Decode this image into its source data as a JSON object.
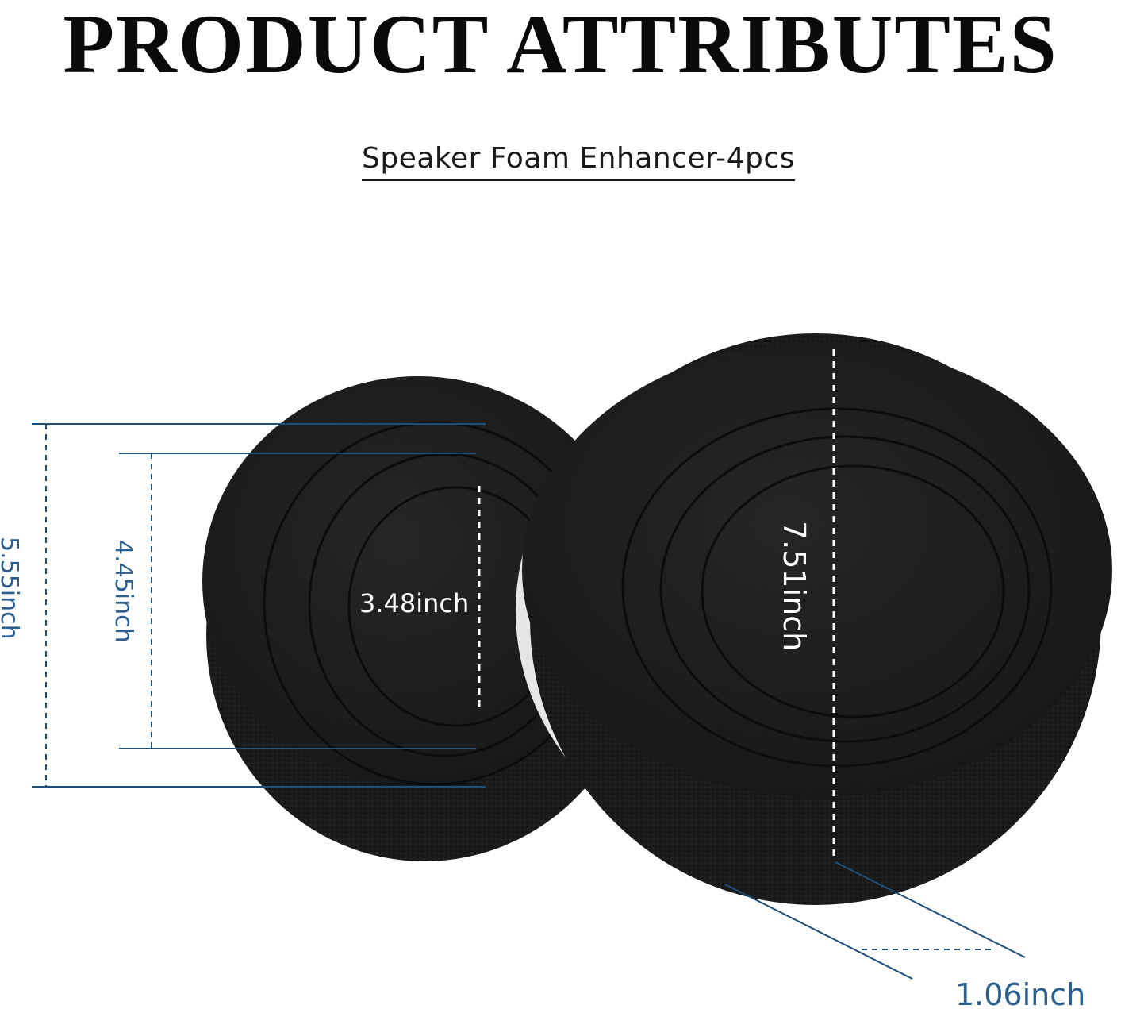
{
  "header": {
    "title": "PRODUCT ATTRIBUTES",
    "subtitle": "Speaker Foam Enhancer-4pcs"
  },
  "dimensions": {
    "outer_left": "5.55inch",
    "middle_left": "4.45inch",
    "inner_left": "3.48inch",
    "right_diameter": "7.51inch",
    "thickness": "1.06inch"
  },
  "colors": {
    "foam": "#1c1c1c",
    "foam_edge": "#101010",
    "dimension_line": "#1f4e79",
    "dimension_text": "#2a5f8f",
    "white_label": "#ffffff"
  }
}
